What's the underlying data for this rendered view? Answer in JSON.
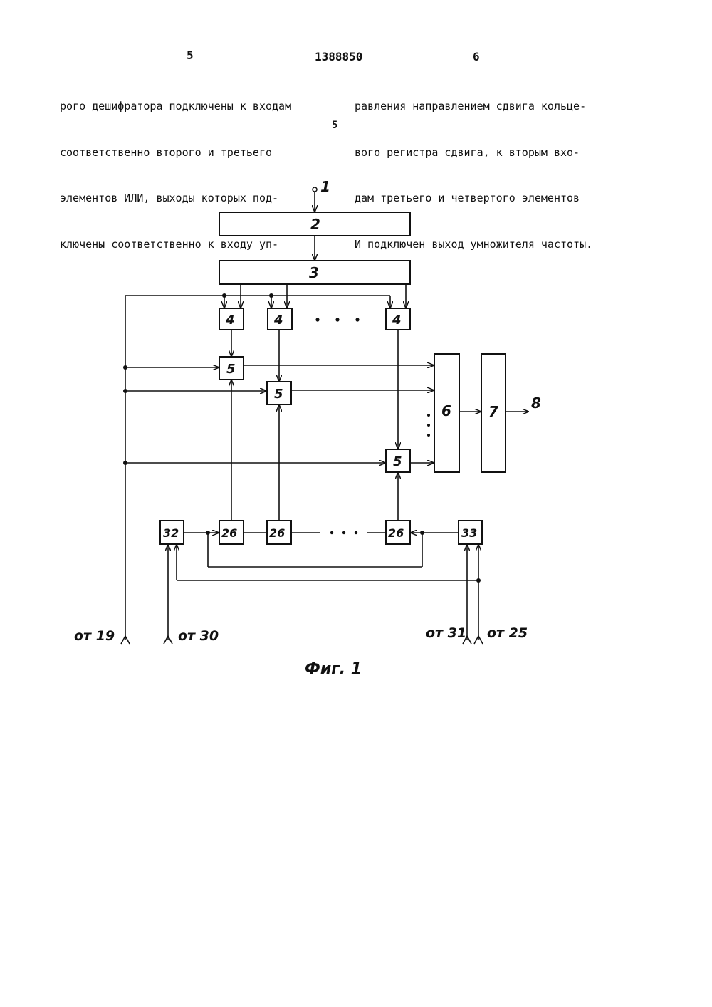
{
  "header": {
    "page_left": "5",
    "patent_number": "1388850",
    "page_right": "6"
  },
  "text": {
    "left_lines": [
      "рого дешифратора подключены к входам",
      "соответственно второго и третьего",
      "элементов ИЛИ, выходы которых под-",
      "ключены соответственно к входу уп-"
    ],
    "right_lines": [
      "равления направлением сдвига кольце-",
      "вого регистра сдвига, к вторым вхо-",
      "дам третьего и четвертого элементов",
      "И подключен выход умножителя частоты."
    ],
    "margin_line_number": "5"
  },
  "figure": {
    "input_label": "1",
    "blocks": {
      "b2": "2",
      "b3": "3",
      "b4": "4",
      "b5": "5",
      "b6": "6",
      "b7": "7",
      "b26": "26",
      "b32": "32",
      "b33": "33"
    },
    "output_label": "8",
    "inputs": {
      "from19": "от 19",
      "from30": "от 30",
      "from31": "от 31",
      "from25": "от 25"
    },
    "caption": "Фиг. 1"
  }
}
